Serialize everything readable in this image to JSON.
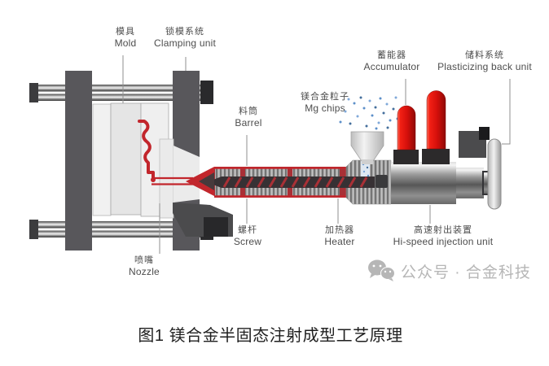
{
  "figure": {
    "caption": "图1 镁合金半固态注射成型工艺原理",
    "watermark_text": "公众号 · 合金科技"
  },
  "labels": {
    "mold": {
      "zh": "模具",
      "en": "Mold"
    },
    "clamping_unit": {
      "zh": "锁模系统",
      "en": "Clamping unit"
    },
    "barrel": {
      "zh": "料筒",
      "en": "Barrel"
    },
    "mg_chips": {
      "zh": "镁合金粒子",
      "en": "Mg chips"
    },
    "accumulator": {
      "zh": "蓄能器",
      "en": "Accumulator"
    },
    "plasticizing_back_unit": {
      "zh": "储料系统",
      "en": "Plasticizing back unit"
    },
    "screw": {
      "zh": "螺杆",
      "en": "Screw"
    },
    "heater": {
      "zh": "加热器",
      "en": "Heater"
    },
    "hi_speed_injection_unit": {
      "zh": "高速射出装置",
      "en": "Hi-speed injection unit"
    },
    "nozzle": {
      "zh": "喷嘴",
      "en": "Nozzle"
    }
  },
  "colors": {
    "accent_red": "#c2262c",
    "accumulator_red": "#e8150d",
    "chip_blue": "#5d8fc9",
    "machine_dark_gray": "#58575b",
    "label_text": "#4d4d4d",
    "watermark_gray": "#b6b6b6",
    "caption_text": "#1f1f1f"
  }
}
